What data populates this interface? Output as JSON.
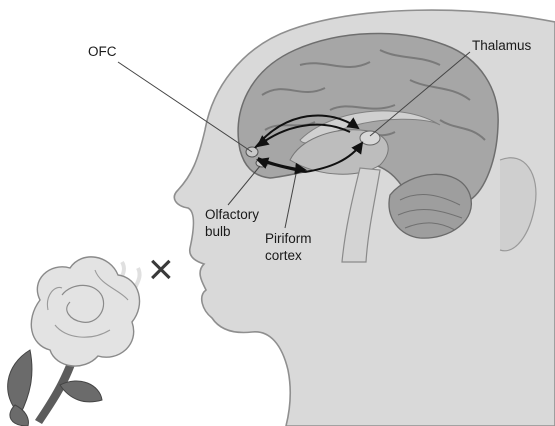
{
  "labels": {
    "ofc": "OFC",
    "thalamus": "Thalamus",
    "olfactory_line1": "Olfactory",
    "olfactory_line2": "bulb",
    "piriform_line1": "Piriform",
    "piriform_line2": "cortex"
  },
  "symbols": {
    "nose_block": "×"
  },
  "colors": {
    "head_fill": "#d9d9d9",
    "head_outline": "#8f8f8f",
    "brain_fill": "#a6a6a6",
    "brain_dark": "#6e6e6e",
    "arrow": "#111111",
    "rose_fill": "#e3e3e3",
    "stem_fill": "#5c5c5c"
  }
}
